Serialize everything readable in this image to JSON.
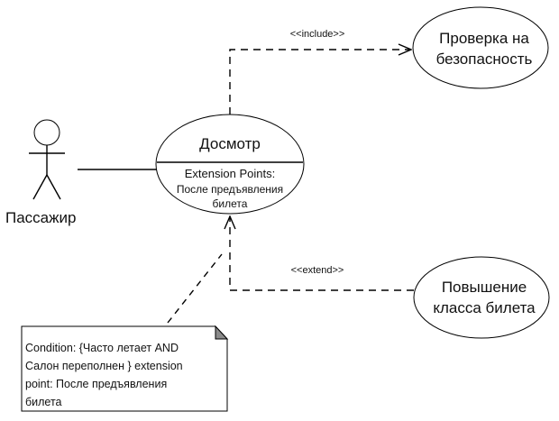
{
  "diagram": {
    "type": "uml-use-case",
    "actor": {
      "name": "Пассажир"
    },
    "use_cases": {
      "main": {
        "name": "Досмотр",
        "extension_points_title": "Extension Points:",
        "extension_points": [
          "После предъявления",
          "билета"
        ]
      },
      "security_check": {
        "lines": [
          "Проверка на",
          "безопасность"
        ]
      },
      "class_upgrade": {
        "lines": [
          "Повышение",
          "класса билета"
        ]
      }
    },
    "relationships": {
      "include": {
        "label": "<<include>>",
        "from": "Досмотр",
        "to": "Проверка на безопасность"
      },
      "extend": {
        "label": "<<extend>>",
        "from": "Повышение класса билета",
        "to": "Досмотр"
      },
      "association": {
        "from": "Пассажир",
        "to": "Досмотр"
      }
    },
    "note": {
      "lines": [
        "Condition: {Часто летает AND",
        "Салон переполнен } extension",
        "point: После предъявления",
        "билета"
      ]
    }
  }
}
